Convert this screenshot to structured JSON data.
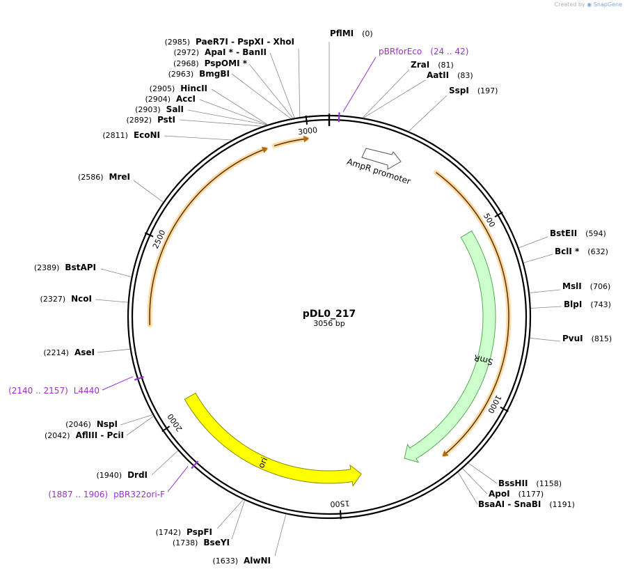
{
  "credit": {
    "prefix": "Created by",
    "brand": "SnapGene"
  },
  "plasmid": {
    "name": "pDL0_217",
    "length_label": "3056 bp",
    "length": 3056
  },
  "ticks": [
    {
      "label": "500",
      "pos": 500
    },
    {
      "label": "1000",
      "pos": 1000
    },
    {
      "label": "1500",
      "pos": 1500
    },
    {
      "label": "2000",
      "pos": 2000
    },
    {
      "label": "2500",
      "pos": 2500
    },
    {
      "label": "3000",
      "pos": 3000
    }
  ],
  "features": [
    {
      "name": "AmpR promoter",
      "start": 3000,
      "end": 3110,
      "strand": 1,
      "color": "#ffffff",
      "stroke": "#555555",
      "style": "promoter"
    },
    {
      "name": "SmR",
      "start": 500,
      "end": 1290,
      "strand": 1,
      "color": "#ccffcc",
      "stroke": "#55aa55",
      "style": "arrow"
    },
    {
      "name": "ori",
      "start": 1430,
      "end": 2040,
      "strand": -1,
      "color": "#ffff00",
      "stroke": "#888800",
      "style": "arrow"
    }
  ],
  "orfs": [
    {
      "start": 2905,
      "end": 2995,
      "strand": 1
    },
    {
      "start": 310,
      "end": 1190,
      "strand": 1
    },
    {
      "start": 2270,
      "end": 2880,
      "strand": 1
    }
  ],
  "sites": [
    {
      "name": "PflMI",
      "pos": "(0)",
      "bp": 0
    },
    {
      "name": "ZraI",
      "pos": "(81)",
      "bp": 81
    },
    {
      "name": "AatII",
      "pos": "(83)",
      "bp": 83
    },
    {
      "name": "SspI",
      "pos": "(197)",
      "bp": 197
    },
    {
      "name": "BstEII",
      "pos": "(594)",
      "bp": 594
    },
    {
      "name": "BclI *",
      "pos": "(632)",
      "bp": 632
    },
    {
      "name": "MslI",
      "pos": "(706)",
      "bp": 706
    },
    {
      "name": "BlpI",
      "pos": "(743)",
      "bp": 743
    },
    {
      "name": "PvuI",
      "pos": "(815)",
      "bp": 815
    },
    {
      "name": "BssHII",
      "pos": "(1158)",
      "bp": 1158
    },
    {
      "name": "ApoI",
      "pos": "(1177)",
      "bp": 1177
    },
    {
      "name": "BsaAI - SnaBI",
      "pos": "(1191)",
      "bp": 1191
    },
    {
      "name": "AlwNI",
      "pos": "(1633)",
      "bp": 1633
    },
    {
      "name": "BseYI",
      "pos": "(1738)",
      "bp": 1738
    },
    {
      "name": "PspFI",
      "pos": "(1742)",
      "bp": 1742
    },
    {
      "name": "DrdI",
      "pos": "(1940)",
      "bp": 1940
    },
    {
      "name": "AflIII - PciI",
      "pos": "(2042)",
      "bp": 2042
    },
    {
      "name": "NspI",
      "pos": "(2046)",
      "bp": 2046
    },
    {
      "name": "AseI",
      "pos": "(2214)",
      "bp": 2214
    },
    {
      "name": "NcoI",
      "pos": "(2327)",
      "bp": 2327
    },
    {
      "name": "BstAPI",
      "pos": "(2389)",
      "bp": 2389
    },
    {
      "name": "MreI",
      "pos": "(2586)",
      "bp": 2586
    },
    {
      "name": "EcoNI",
      "pos": "(2811)",
      "bp": 2811
    },
    {
      "name": "PstI",
      "pos": "(2892)",
      "bp": 2892
    },
    {
      "name": "SalI",
      "pos": "(2903)",
      "bp": 2903
    },
    {
      "name": "AccI",
      "pos": "(2904)",
      "bp": 2904
    },
    {
      "name": "HincII",
      "pos": "(2905)",
      "bp": 2905
    },
    {
      "name": "BmgBI",
      "pos": "(2963)",
      "bp": 2963
    },
    {
      "name": "PspOMI *",
      "pos": "(2968)",
      "bp": 2968
    },
    {
      "name": "ApaI * - BanII",
      "pos": "(2972)",
      "bp": 2972
    },
    {
      "name": "PaeR7I - PspXI - XhoI",
      "pos": "(2985)",
      "bp": 2985
    }
  ],
  "primers": [
    {
      "name": "pBRforEco",
      "range": "(24 .. 42)",
      "start": 24,
      "end": 42
    },
    {
      "name": "L4440",
      "range": "(2140 .. 2157)",
      "start": 2140,
      "end": 2157
    },
    {
      "name": "pBR322ori-F",
      "range": "(1887 .. 1906)",
      "start": 1887,
      "end": 1906
    }
  ]
}
